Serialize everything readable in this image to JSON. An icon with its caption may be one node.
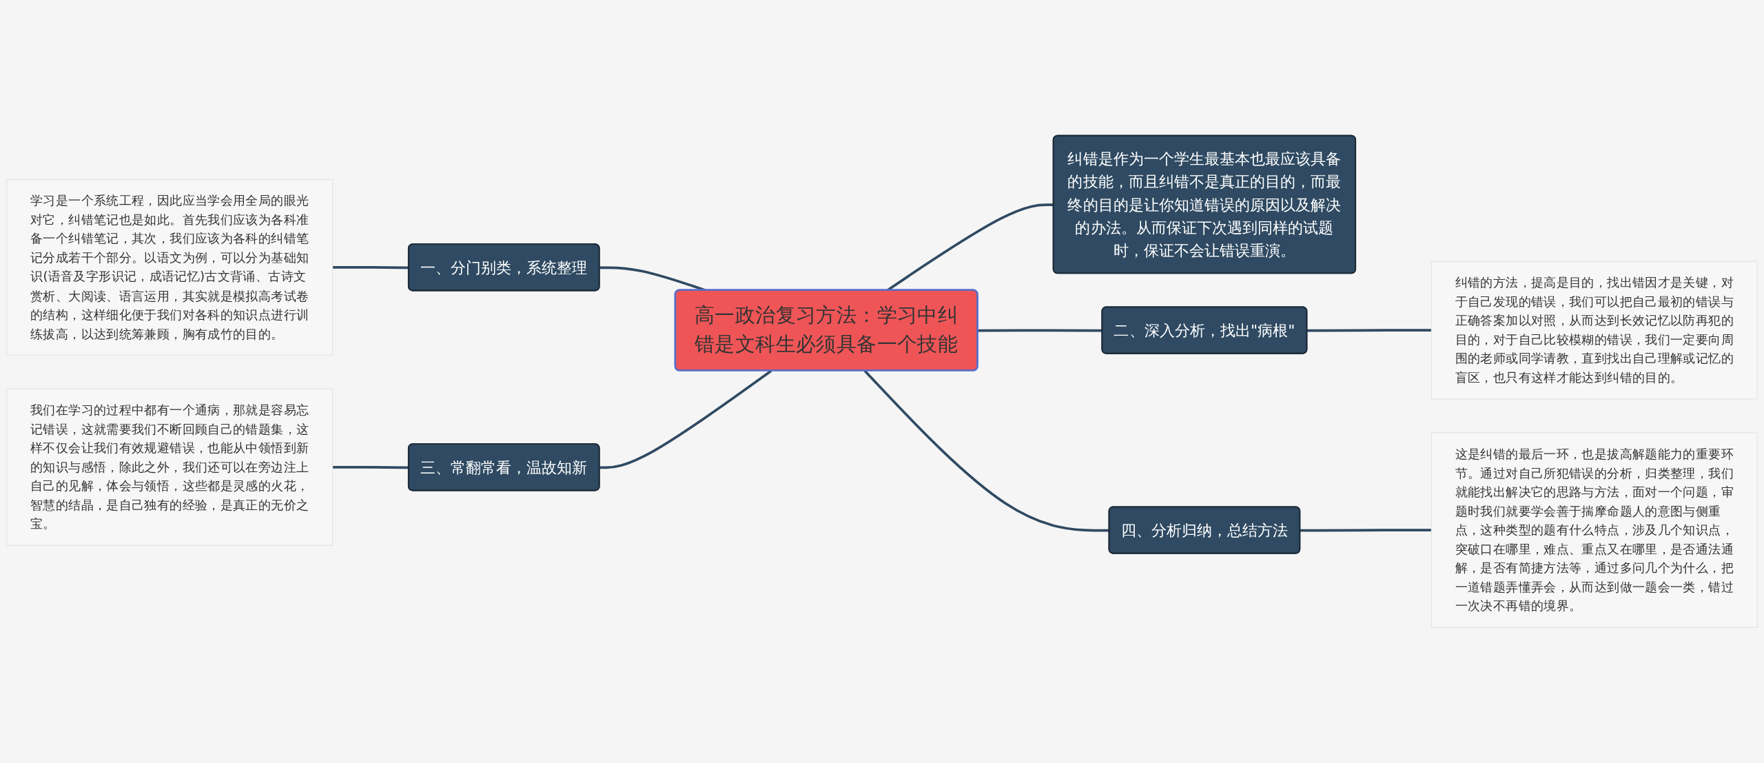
{
  "diagram": {
    "nodes": [
      {
        "text": [
          "高一政治复习方法：学习中纠错是文科生必须具备一个技能"
        ]
      },
      {
        "text": [
          "纠错是作为一个学生最基本也最应该具备的技能，而且纠错不是真正的目的，而最终的目的是让你知道错误的原因以及解决的办法。从而保证下次遇到同样的试题时，保证不会让错误重演。"
        ]
      },
      {
        "text": [
          "一、分门别类，系统整理"
        ]
      },
      {
        "text": [
          "学习是一个系统工程，因此应当学会用全局的眼光对它，纠错笔记也是如此。首先我们应该为各科准备一个纠错笔记，其次，我们应该为各科的纠错笔记分成若干个部分。以语文为例，可以分为基础知识(语音及字形识记，成语记忆)古文背诵、古诗文赏析、大阅读、语言运用，其实就是模拟高考试卷的结构，这样细化便于我们对各科的知识点进行训练拔高，以达到统筹兼顾，胸有成竹的目的。"
        ]
      },
      {
        "text": [
          "二、深入分析，找出\"病根\""
        ]
      },
      {
        "text": [
          "纠错的方法，提高是目的，找出错因才是关键，对于自己发现的错误，我们可以把自己最初的错误与正确答案加以对照，从而达到长效记忆以防再犯的目的，对于自己比较模糊的错误，我们一定要向周围的老师或同学请教，直到找出自己理解或记忆的盲区，也只有这样才能达到纠错的目的。"
        ]
      },
      {
        "text": [
          "三、常翻常看，温故知新"
        ]
      },
      {
        "text": [
          "我们在学习的过程中都有一个通病，那就是容易忘记错误，这就需要我们不断回顾自己的错题集，这样不仅会让我们有效规避错误，也能从中领悟到新的知识与感悟，除此之外，我们还可以在旁边注上自己的见解，体会与领悟，这些都是灵感的火花，智慧的结晶，是自己独有的经验，是真正的无价之宝。"
        ]
      },
      {
        "text": [
          "四、分析归纳，总结方法"
        ]
      },
      {
        "text": [
          "这是纠错的最后一环，也是拔高解题能力的重要环节。通过对自己所犯错误的分析，归类整理，我们就能找出解决它的思路与方法，面对一个问题，审题时我们就要学会善于揣摩命题人的意图与侧重点，这种类型的题有什么特点，涉及几个知识点，突破口在哪里，难点、重点又在哪里，是否通法通解，是否有简捷方法等，通过多问几个为什么，把一道错题弄懂弄会，从而达到做一题会一类，错过一次决不再错的境界。"
        ]
      }
    ],
    "edges": [
      {
        "from": 0,
        "to": 1,
        "arrow": "none"
      },
      {
        "from": 2,
        "to": 0,
        "arrow": "none"
      },
      {
        "from": 3,
        "to": 2,
        "arrow": "none"
      },
      {
        "from": 0,
        "to": 4,
        "arrow": "none"
      },
      {
        "from": 4,
        "to": 5,
        "arrow": "none"
      },
      {
        "from": 6,
        "to": 0,
        "arrow": "none"
      },
      {
        "from": 7,
        "to": 6,
        "arrow": "none"
      },
      {
        "from": 0,
        "to": 8,
        "arrow": "none"
      },
      {
        "from": 8,
        "to": 9,
        "arrow": "none"
      }
    ]
  }
}
